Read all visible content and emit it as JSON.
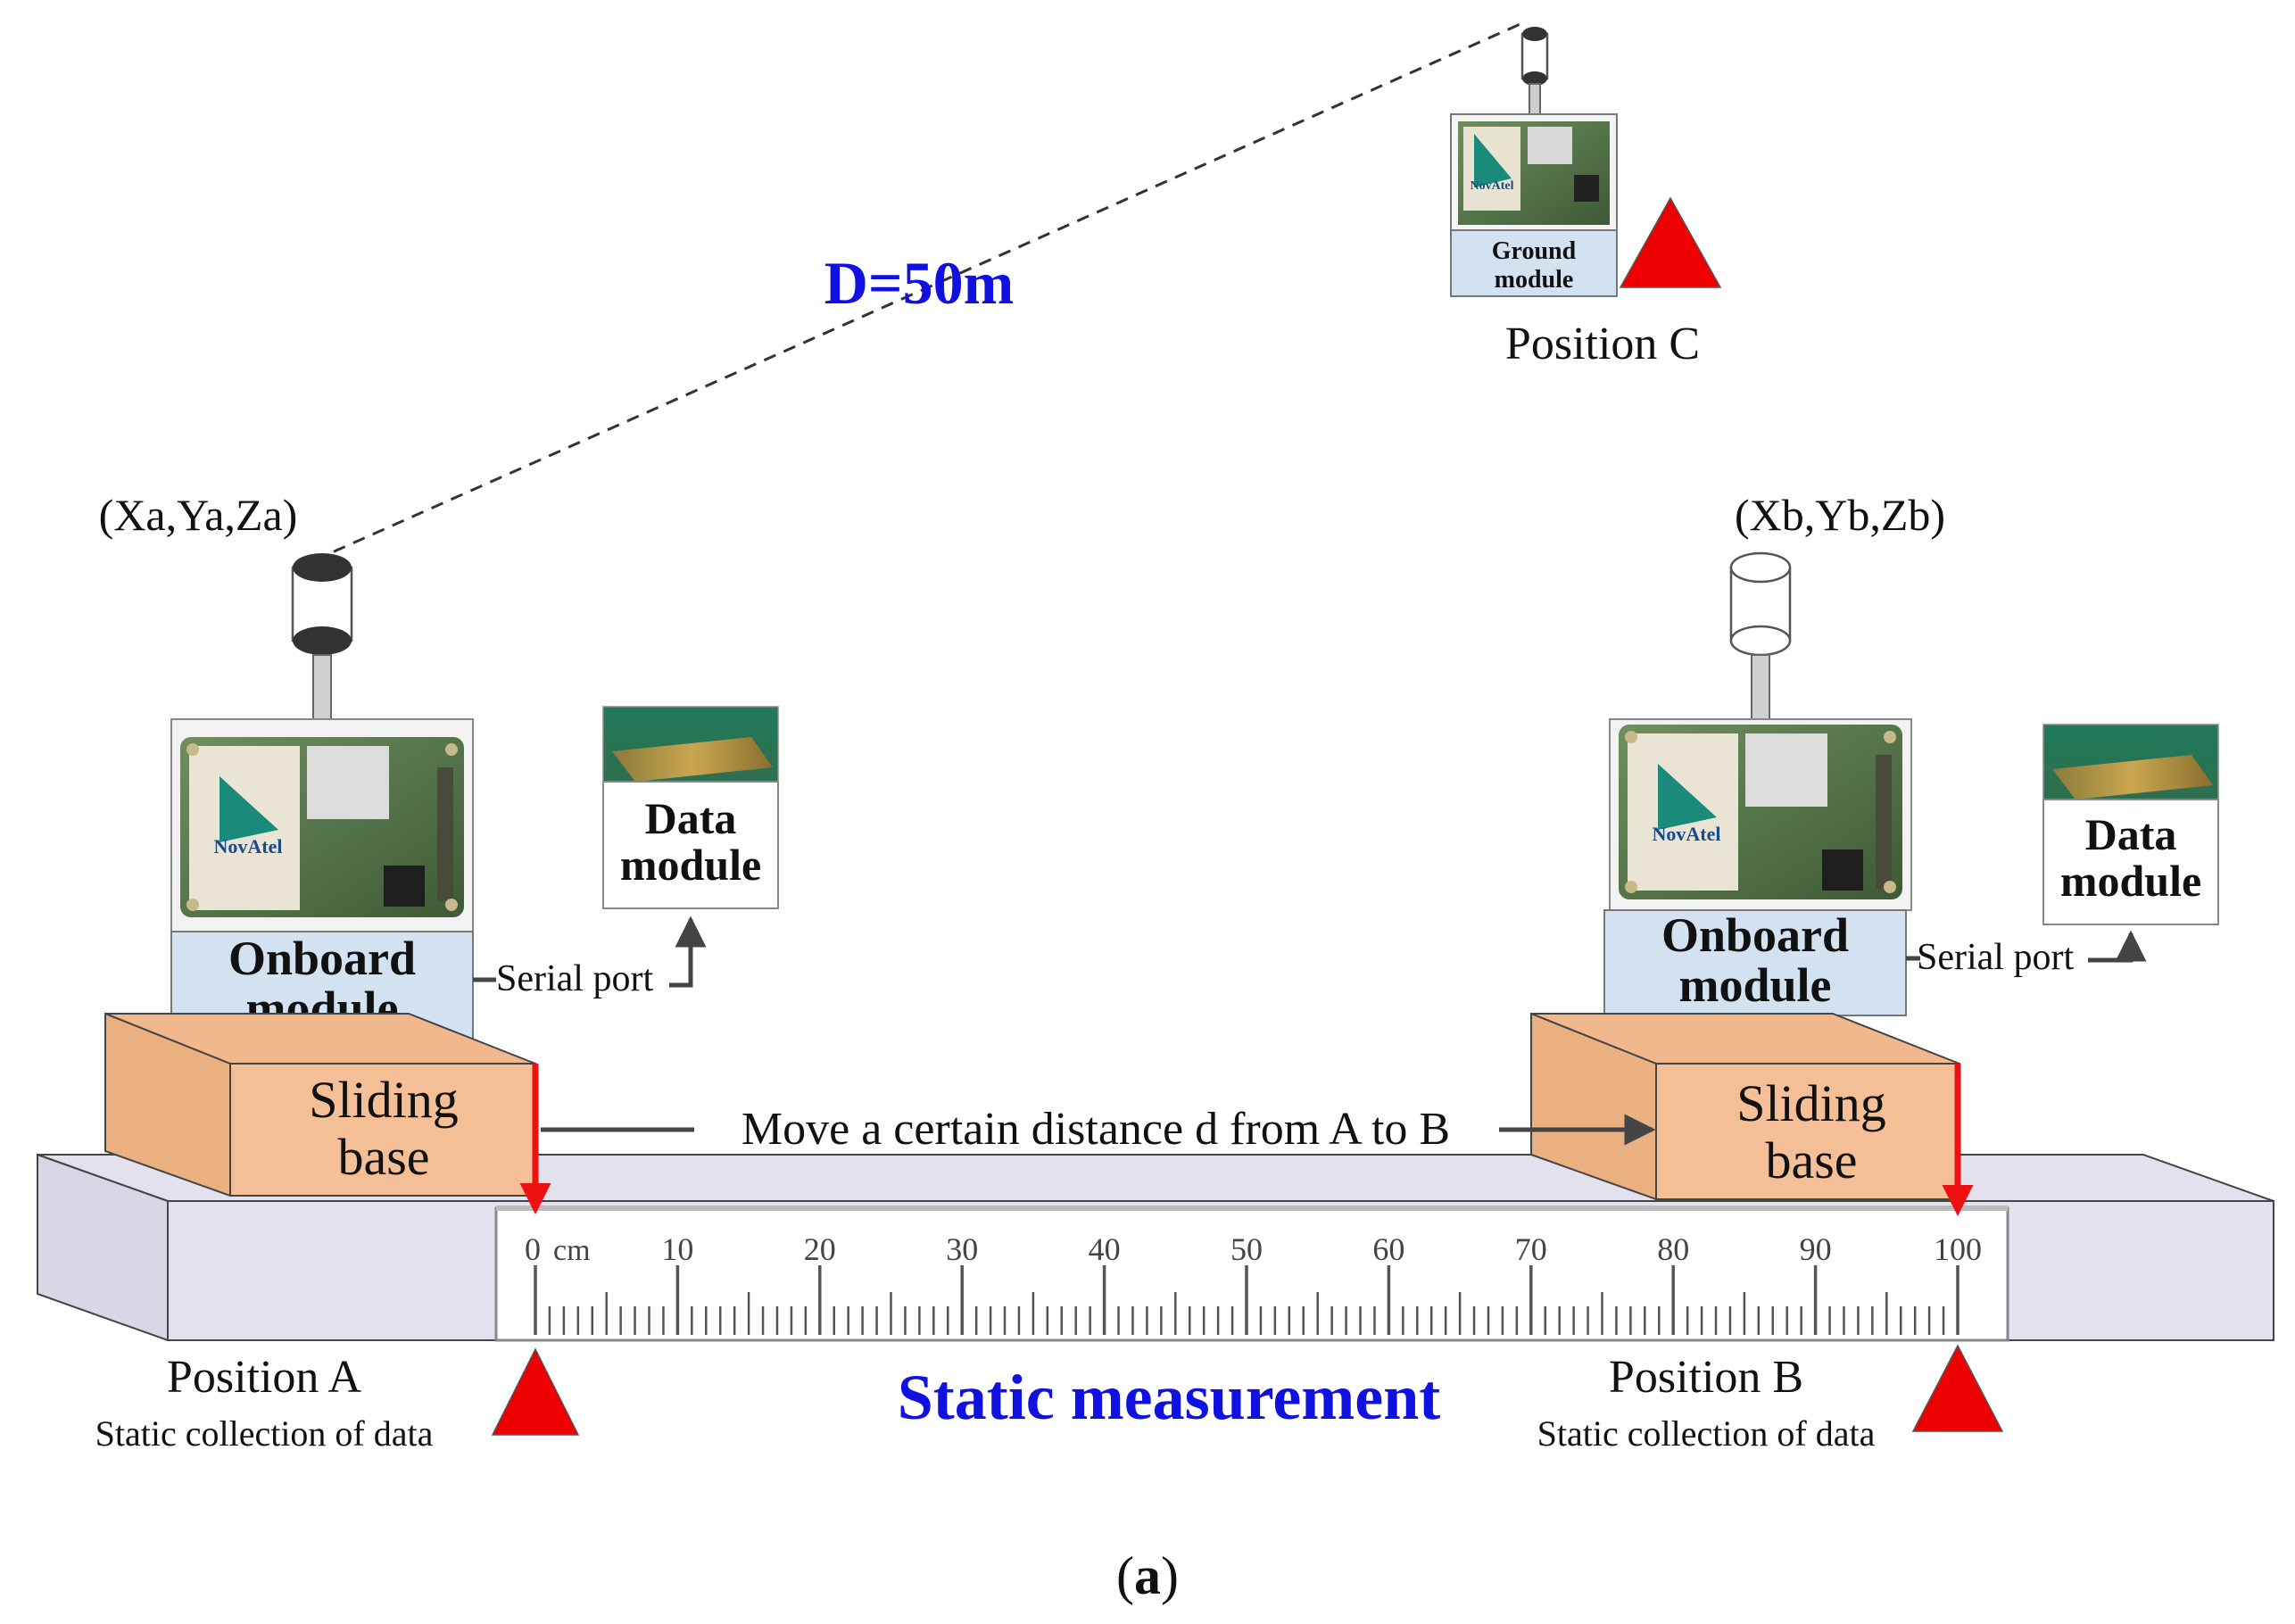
{
  "diagram": {
    "distance_label": "D=50m",
    "title": "Static measurement",
    "caption_prefix": "(",
    "caption_letter": "a",
    "caption_suffix": ")",
    "move_label": "Move a certain distance d from A to B"
  },
  "ground": {
    "brand": "NovAtel",
    "label_line1": "Ground",
    "label_line2": "module",
    "position_label": "Position C"
  },
  "station_a": {
    "coords": "(Xa,Ya,Za)",
    "brand": "NovAtel",
    "onboard_line1": "Onboard",
    "onboard_line2": "module",
    "data_line1": "Data",
    "data_line2": "module",
    "serial_label": "Serial port",
    "base_line1": "Sliding",
    "base_line2": "base",
    "position_label": "Position A",
    "collection_label": "Static collection of data"
  },
  "station_b": {
    "coords": "(Xb,Yb,Zb)",
    "brand": "NovAtel",
    "onboard_line1": "Onboard",
    "onboard_line2": "module",
    "data_line1": "Data",
    "data_line2": "module",
    "serial_label": "Serial port",
    "base_line1": "Sliding",
    "base_line2": "base",
    "position_label": "Position B",
    "collection_label": "Static collection of data"
  },
  "ruler": {
    "unit": "cm",
    "ticks": [
      "0",
      "10",
      "20",
      "30",
      "40",
      "50",
      "60",
      "70",
      "80",
      "90",
      "100"
    ]
  },
  "colors": {
    "title_blue": "#1010e0",
    "marker_red": "#ee0000",
    "base_orange": "#f4bf97",
    "module_blue": "#d3e2f1",
    "rail_lavender": "#e3e1ee"
  }
}
